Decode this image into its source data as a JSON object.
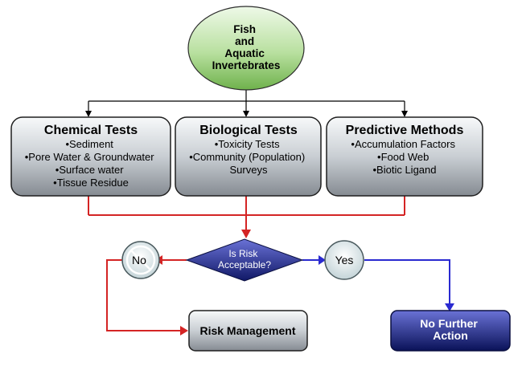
{
  "top_node": {
    "lines": [
      "Fish",
      "and",
      "Aquatic",
      "Invertebrates"
    ]
  },
  "chemical_tests": {
    "title": "Chemical Tests",
    "items": [
      "•Sediment",
      "•Pore Water & Groundwater",
      "•Surface water",
      "•Tissue Residue"
    ]
  },
  "biological_tests": {
    "title": "Biological Tests",
    "items": [
      "•Toxicity Tests",
      "•Community (Population)",
      "Surveys"
    ]
  },
  "predictive_methods": {
    "title": "Predictive Methods",
    "items": [
      "•Accumulation Factors",
      "•Food Web",
      "•Biotic Ligand"
    ]
  },
  "decision": {
    "lines": [
      "Is Risk",
      "Acceptable?"
    ]
  },
  "no_label": "No",
  "yes_label": "Yes",
  "risk_management": "Risk Management",
  "no_further_action": {
    "lines": [
      "No Further",
      "Action"
    ]
  },
  "colors": {
    "ellipse_top": "#eef9e8",
    "ellipse_bottom": "#7fbf5e",
    "box_top": "#f4f6f8",
    "box_bottom": "#8a9096",
    "diamond_top": "#5b63c9",
    "diamond_bottom": "#141c6e",
    "action_top": "#5a62cc",
    "action_bottom": "#0c1460",
    "red_line": "#d42424",
    "blue_line": "#2a2ad0",
    "black_line": "#000000"
  }
}
